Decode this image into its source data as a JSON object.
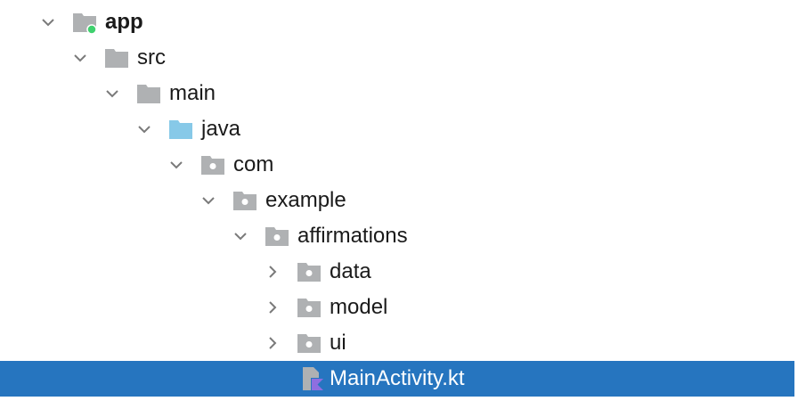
{
  "project_tree": {
    "items": [
      {
        "label": "app",
        "icon": "module-folder-icon",
        "state": "expanded"
      },
      {
        "label": "src",
        "icon": "folder-icon",
        "state": "expanded"
      },
      {
        "label": "main",
        "icon": "folder-icon",
        "state": "expanded"
      },
      {
        "label": "java",
        "icon": "source-root-folder-icon",
        "state": "expanded"
      },
      {
        "label": "com",
        "icon": "package-icon",
        "state": "expanded"
      },
      {
        "label": "example",
        "icon": "package-icon",
        "state": "expanded"
      },
      {
        "label": "affirmations",
        "icon": "package-icon",
        "state": "expanded"
      },
      {
        "label": "data",
        "icon": "package-icon",
        "state": "collapsed"
      },
      {
        "label": "model",
        "icon": "package-icon",
        "state": "collapsed"
      },
      {
        "label": "ui",
        "icon": "package-icon",
        "state": "collapsed"
      },
      {
        "label": "MainActivity.kt",
        "icon": "kotlin-file-icon",
        "state": "selected"
      }
    ]
  },
  "colors": {
    "selection": "#2675bf",
    "folder": "#afb1b3",
    "source_root": "#87c9e8",
    "module_dot": "#3fd16e",
    "chevron": "#7a7a7a"
  }
}
